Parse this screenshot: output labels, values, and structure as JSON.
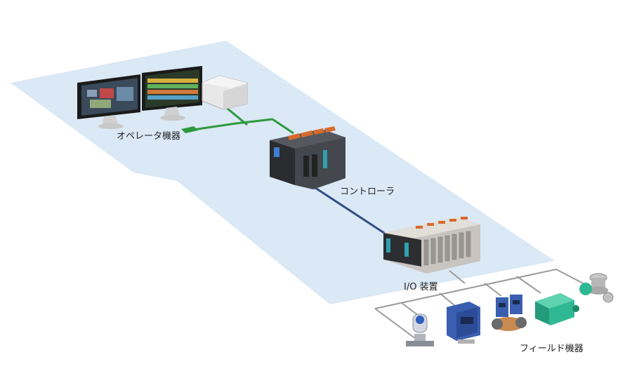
{
  "labels": {
    "operator": "オペレータ機器",
    "controller": "コントローラ",
    "io": "I/O 装置",
    "field": "フィールド機器"
  },
  "colors": {
    "plane": "#dbe8f5",
    "control_network": "#2e9a3e",
    "io_bus": "#2f4f86",
    "field_wiring": "#9a9a9a",
    "accent_orange": "#d86a2c",
    "motor_green": "#2fb894"
  }
}
